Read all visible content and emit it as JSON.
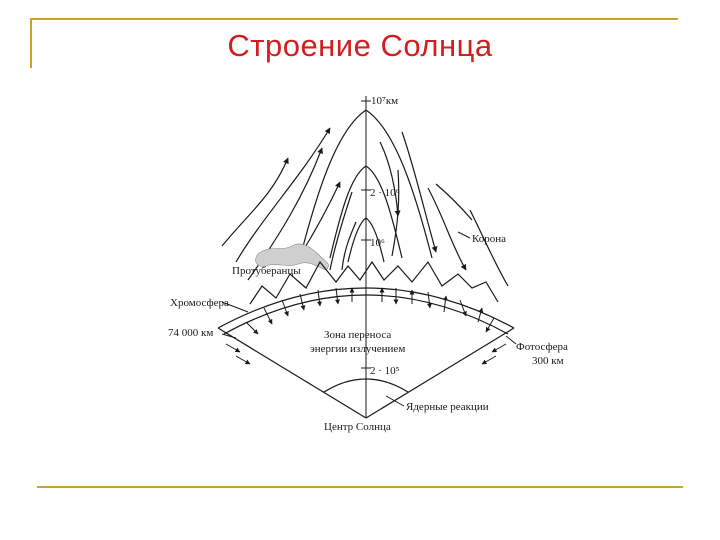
{
  "slide": {
    "title": "Строение Солнца",
    "accent_color": "#c9a227",
    "title_color": "#d11e1e"
  },
  "diagram": {
    "labels": {
      "top_scale": "10⁷км",
      "scale_2e6": "2 · 10⁶",
      "scale_1e6": "10⁶",
      "corona": "Корона",
      "prominences": "Протуберанцы",
      "chromosphere": "Хромосфера",
      "chromosphere_depth": "74 000 км",
      "radiation_zone_1": "Зона переноса",
      "radiation_zone_2": "энергии излучением",
      "core_scale": "2 · 10⁵",
      "photosphere": "Фотосфера",
      "photosphere_depth": "300 км",
      "nuclear_reactions": "Ядерные реакции",
      "sun_center": "Центр Солнца"
    }
  }
}
